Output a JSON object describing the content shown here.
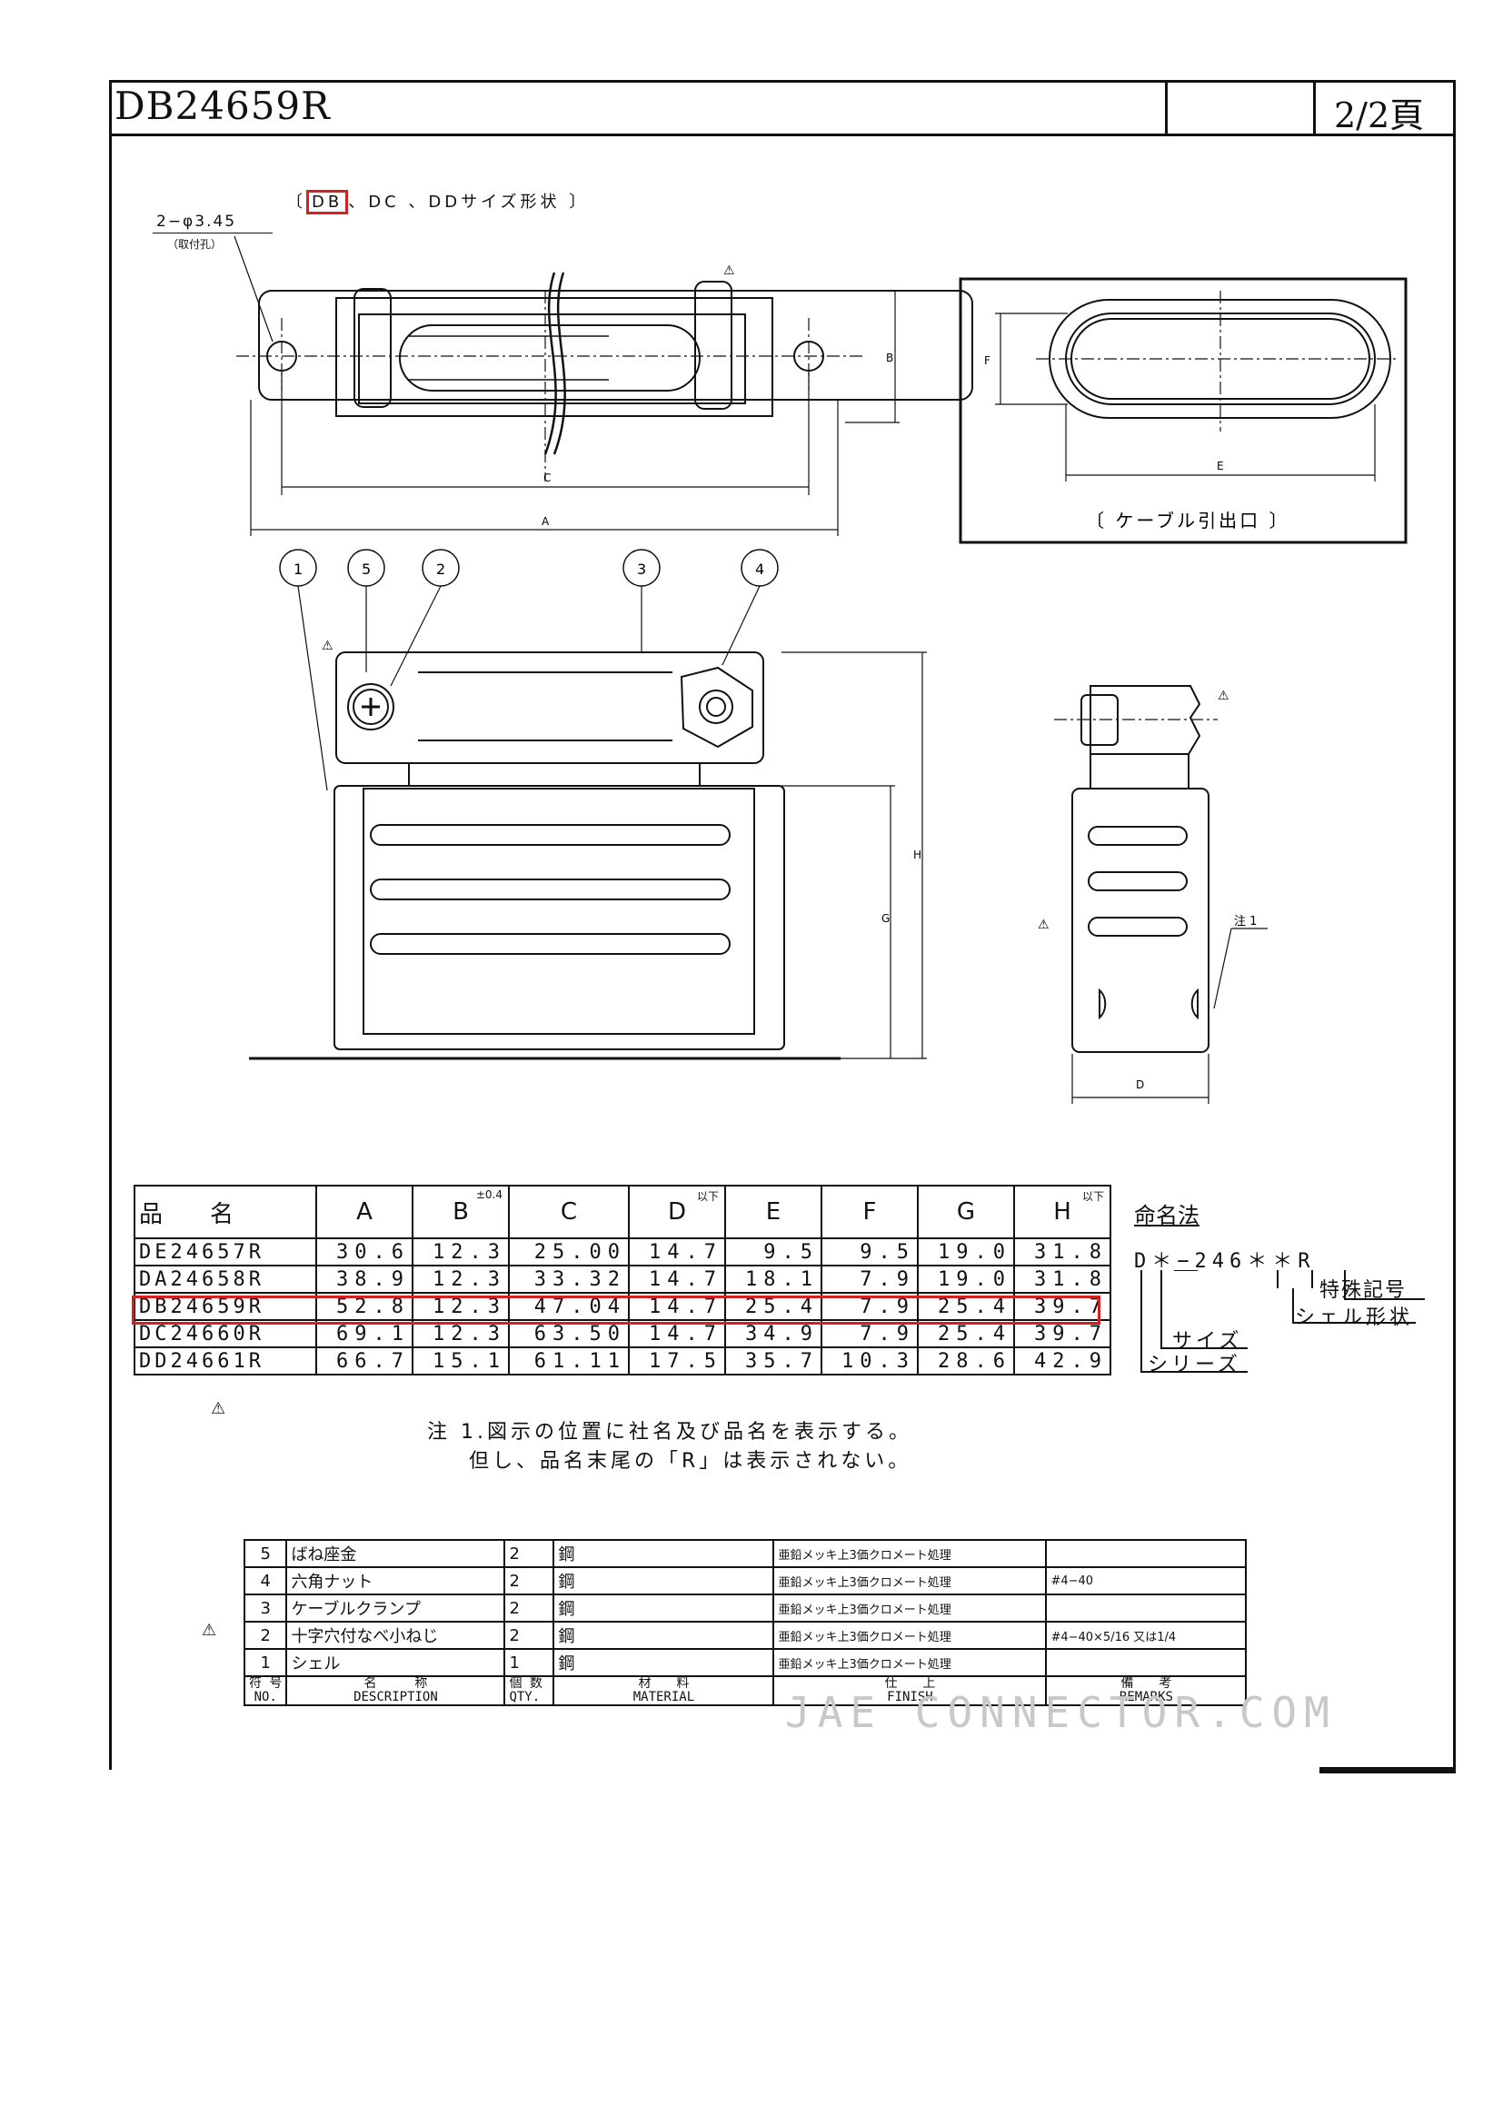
{
  "header": {
    "title": "DB24659R",
    "page": "2/2頁"
  },
  "drawing": {
    "shape_caption_pre": "〔",
    "shape_caption_hl": "DB",
    "shape_caption_post": "、DC 、DDサイズ形状 〕",
    "hole_label": "2−φ3.45",
    "hole_sub": "（取付孔）",
    "cable_outlet_caption": "〔 ケーブル引出口 〕",
    "dim_letters": {
      "A": "A",
      "B": "B",
      "C": "C",
      "D": "D",
      "E": "E",
      "F": "F",
      "G": "G",
      "H": "H"
    },
    "balloons": [
      "1",
      "5",
      "2",
      "3",
      "4"
    ],
    "note_callout": "注 1"
  },
  "dimension_table": {
    "headers": [
      "品　　名",
      "A",
      "B",
      "C",
      "D",
      "E",
      "F",
      "G",
      "H"
    ],
    "tol_b": "±0.4",
    "tol_d": "以下",
    "tol_h": "以下",
    "rows": [
      [
        "DE24657R",
        "30.6",
        "12.3",
        "25.00",
        "14.7",
        "9.5",
        "9.5",
        "19.0",
        "31.8"
      ],
      [
        "DA24658R",
        "38.9",
        "12.3",
        "33.32",
        "14.7",
        "18.1",
        "7.9",
        "19.0",
        "31.8"
      ],
      [
        "DB24659R",
        "52.8",
        "12.3",
        "47.04",
        "14.7",
        "25.4",
        "7.9",
        "25.4",
        "39.7"
      ],
      [
        "DC24660R",
        "69.1",
        "12.3",
        "63.50",
        "14.7",
        "34.9",
        "7.9",
        "25.4",
        "39.7"
      ],
      [
        "DD24661R",
        "66.7",
        "15.1",
        "61.11",
        "17.5",
        "35.7",
        "10.3",
        "28.6",
        "42.9"
      ]
    ]
  },
  "naming": {
    "title": "命名法",
    "pattern": "D＊−246＊＊R",
    "special": "特殊記号",
    "shell": "シェル形状",
    "size": "サイズ",
    "series": "シリーズ"
  },
  "notes": {
    "line1": "注 1.図示の位置に社名及び品名を表示する。",
    "line2": "但し、品名末尾の「R」は表示されない。"
  },
  "parts": {
    "rows": [
      {
        "no": "5",
        "desc": "ばね座金",
        "qty": "2",
        "material": "鋼",
        "finish": "亜鉛メッキ上3価クロメート処理",
        "remarks": ""
      },
      {
        "no": "4",
        "desc": "六角ナット",
        "qty": "2",
        "material": "鋼",
        "finish": "亜鉛メッキ上3価クロメート処理",
        "remarks": "#4−40"
      },
      {
        "no": "3",
        "desc": "ケーブルクランプ",
        "qty": "2",
        "material": "鋼",
        "finish": "亜鉛メッキ上3価クロメート処理",
        "remarks": ""
      },
      {
        "no": "2",
        "desc": "十字穴付なべ小ねじ",
        "qty": "2",
        "material": "鋼",
        "finish": "亜鉛メッキ上3価クロメート処理",
        "remarks": "#4−40×5/16 又は1/4"
      },
      {
        "no": "1",
        "desc": "シェル",
        "qty": "1",
        "material": "鋼",
        "finish": "亜鉛メッキ上3価クロメート処理",
        "remarks": ""
      }
    ],
    "header": {
      "no_jp": "符 号",
      "no_en": "NO.",
      "desc_jp": "名　　　称",
      "desc_en": "DESCRIPTION",
      "qty_jp": "個 数",
      "qty_en": "QTY.",
      "mat_jp": "材　　料",
      "mat_en": "MATERIAL",
      "fin_jp": "仕　　上",
      "fin_en": "FINISH",
      "rem_jp": "備　　考",
      "rem_en": "REMARKS"
    },
    "watermark": "JAE CONNECTOR.COM"
  }
}
